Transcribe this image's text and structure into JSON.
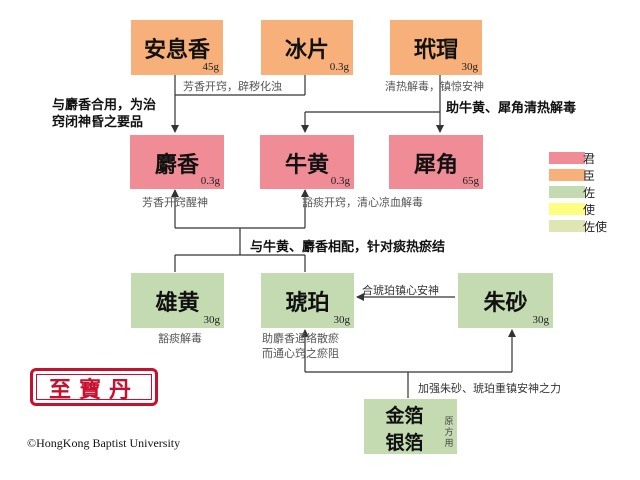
{
  "colors": {
    "jun": "#f08c96",
    "chen": "#f7b07a",
    "zuo": "#c4dbb2",
    "shi": "#fdfd7f",
    "zuoshi": "#dfe6b4",
    "line": "#333333"
  },
  "herbs": {
    "anxixiang": {
      "name": "安息香",
      "dose": "45g",
      "note": "芳香开窍，辟秽化浊"
    },
    "bingpian": {
      "name": "冰片",
      "dose": "0.3g"
    },
    "daimao": {
      "name": "玳瑁",
      "dose": "30g",
      "note": "清热解毒，镇惊安神"
    },
    "shexiang": {
      "name": "麝香",
      "dose": "0.3g",
      "note": "芳香开窍醒神"
    },
    "niuhuang": {
      "name": "牛黄",
      "dose": "0.3g",
      "note": "豁痰开窍，清心凉血解毒"
    },
    "xijiao": {
      "name": "犀角",
      "dose": "65g"
    },
    "xionghuang": {
      "name": "雄黄",
      "dose": "30g",
      "note": "豁痰解毒"
    },
    "hupo": {
      "name": "琥珀",
      "dose": "30g",
      "note1": "助麝香通络散瘀",
      "note2": "而通心窍之瘀阻"
    },
    "zhusha": {
      "name": "朱砂",
      "dose": "30g"
    },
    "jinbo": {
      "name1": "金箔",
      "name2": "银箔",
      "vertical": [
        "原",
        "方",
        "用"
      ]
    }
  },
  "annotations": {
    "left_1": "与麝香合用，为治",
    "left_2": "窍闭神昏之要品",
    "daimao_help": "助牛黄、犀角清热解毒",
    "middle": "与牛黄、麝香相配，针对痰热瘀结",
    "zhusha_arrow": "合琥珀镇心安神",
    "jinbo_arrow": "加强朱砂、琥珀重镇安神之力"
  },
  "legend": [
    {
      "label": "君",
      "color_key": "jun"
    },
    {
      "label": "臣",
      "color_key": "chen"
    },
    {
      "label": "佐",
      "color_key": "zuo"
    },
    {
      "label": "使",
      "color_key": "shi"
    },
    {
      "label": "佐使",
      "color_key": "zuoshi"
    }
  ],
  "stamp": "至寶丹",
  "copyright": "©HongKong Baptist University"
}
